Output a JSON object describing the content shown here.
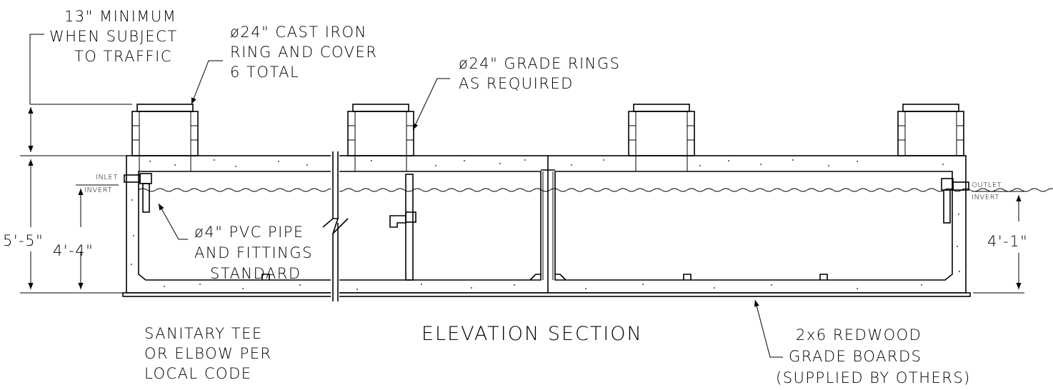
{
  "title": "ELEVATION SECTION",
  "labels": {
    "min_cover_1": "13\" MINIMUM",
    "min_cover_2": "WHEN SUBJECT",
    "min_cover_3": "TO TRAFFIC",
    "ring_cover_1": "ø24\" CAST IRON",
    "ring_cover_2": "RING AND COVER",
    "ring_cover_3": "6 TOTAL",
    "grade_rings_1": "ø24\" GRADE RINGS",
    "grade_rings_2": "AS REQUIRED",
    "inlet": "INLET",
    "inlet_invert": "INVERT",
    "outlet": "OUTLET",
    "outlet_invert": "INVERT",
    "pvc_1": "ø4\" PVC PIPE",
    "pvc_2": "AND FITTINGS",
    "pvc_3": "STANDARD",
    "tee_1": "SANITARY TEE",
    "tee_2": "OR ELBOW PER",
    "tee_3": "LOCAL CODE",
    "boards_1": "2x6 REDWOOD",
    "boards_2": "GRADE BOARDS",
    "boards_3": "(SUPPLIED BY OTHERS)"
  },
  "dimensions": {
    "overall_height": "5'-5\"",
    "inlet_height": "4'-4\"",
    "outlet_height": "4'-1\""
  }
}
